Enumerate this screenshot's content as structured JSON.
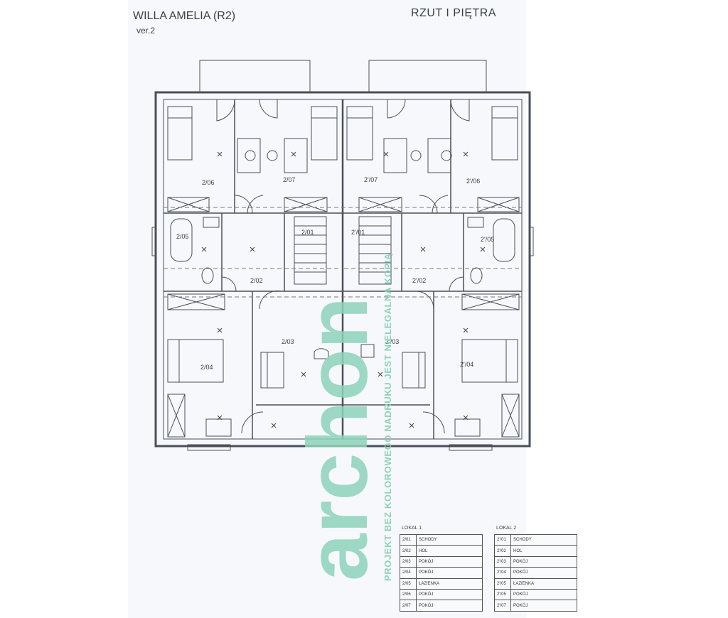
{
  "header": {
    "title": "WILLA AMELIA (R2)",
    "version": "ver.2",
    "floor_title": "RZUT I PIĘTRA"
  },
  "rooms": {
    "r206": "2/06",
    "r207": "2/07",
    "r207b": "2'/07",
    "r206b": "2'/06",
    "r205": "2/05",
    "r201": "2/01",
    "r201b": "2'/01",
    "r205b": "2'/05",
    "r202": "2/02",
    "r202b": "2'/02",
    "r204": "2/04",
    "r203": "2/03",
    "r203b": "2'/03",
    "r204b": "2'/04"
  },
  "watermark": {
    "brand": "archon",
    "tagline": "PROJEKT BEZ KOLOROWEGO NADRUKU JEST NIELEGALNA KOPIĄ"
  },
  "legend_1": {
    "title": "LOKAL 1",
    "rows": [
      {
        "code": "2/01",
        "name": "SCHODY"
      },
      {
        "code": "2/02",
        "name": "HOL"
      },
      {
        "code": "2/03",
        "name": "POKÓJ"
      },
      {
        "code": "2/04",
        "name": "POKÓJ"
      },
      {
        "code": "2/05",
        "name": "ŁAZIENKA"
      },
      {
        "code": "2/06",
        "name": "POKÓJ"
      },
      {
        "code": "2/07",
        "name": "POKÓJ"
      }
    ]
  },
  "legend_2": {
    "title": "LOKAL 2",
    "rows": [
      {
        "code": "2'/01",
        "name": "SCHODY"
      },
      {
        "code": "2'/02",
        "name": "HOL"
      },
      {
        "code": "2'/03",
        "name": "POKÓJ"
      },
      {
        "code": "2'/04",
        "name": "POKÓJ"
      },
      {
        "code": "2'/05",
        "name": "ŁAZIENKA"
      },
      {
        "code": "2'/05",
        "name": "POKÓJ"
      },
      {
        "code": "2'/07",
        "name": "POKÓJ"
      }
    ]
  },
  "colors": {
    "paper": "#f6f8fb",
    "line": "#4a4f58",
    "watermark": "#8cd2b8"
  }
}
